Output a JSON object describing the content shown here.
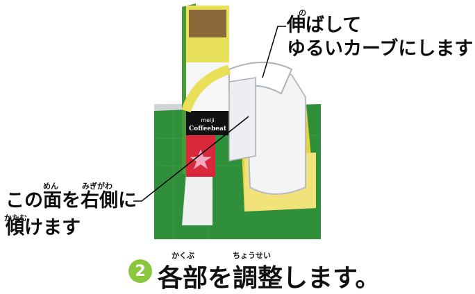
{
  "callout_top": {
    "furigana": "の",
    "line1": "伸ばして",
    "line2": "ゆるいカーブにします"
  },
  "callout_left": {
    "furigana_men": "めん",
    "furigana_migigawa": "みぎがわ",
    "line1": "この面を右側に",
    "furigana_katamu": "かたむ",
    "line2": "傾けます"
  },
  "photo": {
    "box_brand": "meiji",
    "box_name": "Coffeebeat"
  },
  "step": {
    "number": "2",
    "furigana_kakubu": "かくぶ",
    "furigana_chousei": "ちょうせい",
    "title": "各部を調整します。"
  },
  "colors": {
    "board_green": "#2f8f3a",
    "badge_green": "#8cc63f",
    "box_red": "#d8283a",
    "box_yellow": "#e8d23a"
  }
}
